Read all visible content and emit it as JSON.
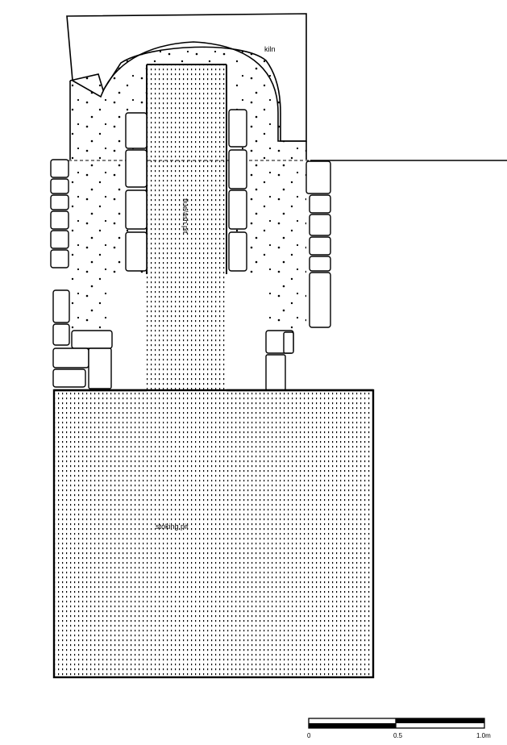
{
  "labels": {
    "kiln": "kiln",
    "flue": "flue/ash pit",
    "stoking": "stoking pit"
  },
  "scale": {
    "ticks": [
      "0",
      "0.5",
      "1.0m"
    ]
  },
  "colors": {
    "ink": "#000000",
    "paper": "#ffffff"
  }
}
